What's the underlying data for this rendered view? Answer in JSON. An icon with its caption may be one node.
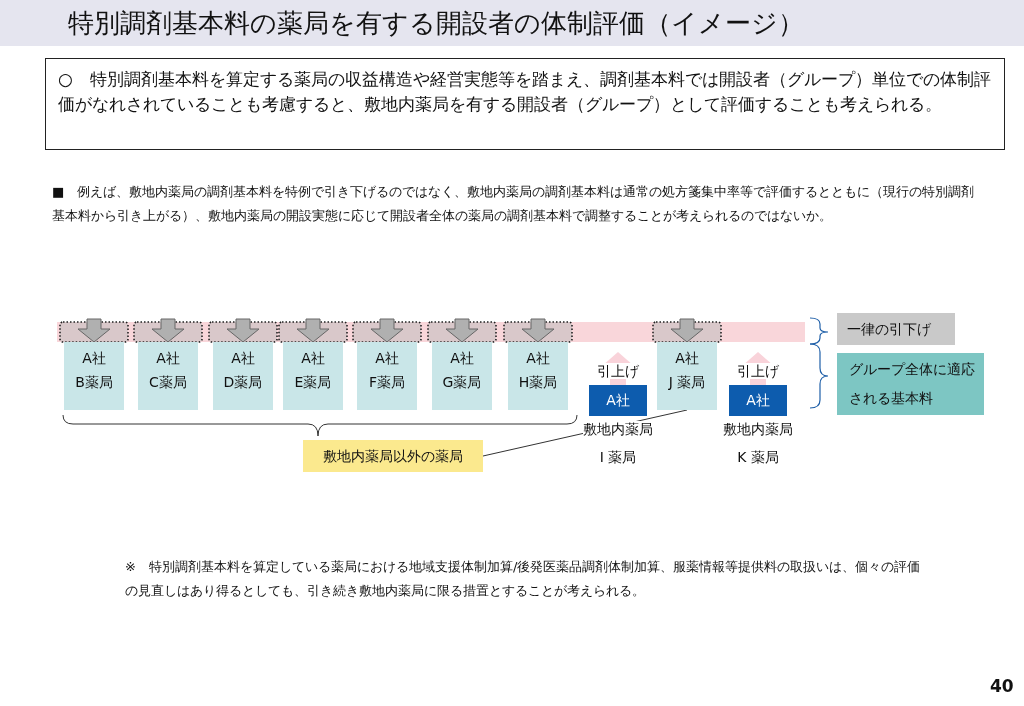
{
  "diagram": {
    "title": "特別調剤基本料の薬局を有する開設者の体制評価（イメージ）",
    "nodes": [
      {
        "text": [
          "○　特別調剤基本料を算定する薬局の収益構造や経営実態等を踏まえ、調剤基本料では開設者（グループ）単位での体制評価がなれされていることも考慮すると、敷地内薬局を有する開設者（グループ）として評価することも考えられる。"
        ]
      },
      {
        "text": [
          "A社",
          "B薬局"
        ]
      },
      {
        "text": [
          "A社",
          "C薬局"
        ]
      },
      {
        "text": [
          "A社",
          "D薬局"
        ]
      },
      {
        "text": [
          "A社",
          "E薬局"
        ]
      },
      {
        "text": [
          "A社",
          "F薬局"
        ]
      },
      {
        "text": [
          "A社",
          "G薬局"
        ]
      },
      {
        "text": [
          "A社",
          "H薬局"
        ]
      },
      {
        "text": [
          "A社"
        ],
        "beside": [
          "引上げ",
          "敷地内薬局",
          "I 薬局"
        ]
      },
      {
        "text": [
          "A社",
          "J 薬局"
        ]
      },
      {
        "text": [
          "A社"
        ],
        "beside": [
          "引上げ",
          "敷地内薬局",
          "K 薬局"
        ]
      },
      {
        "text": [
          "敷地内薬局以外の薬局"
        ]
      },
      {
        "text": [
          "一律の引下げ"
        ]
      },
      {
        "text": [
          "グループ全体に適応される基本料"
        ]
      }
    ],
    "edges": [
      {
        "from": 11,
        "to": 9,
        "arrow": "none"
      }
    ],
    "labels": [
      "■　例えば、敷地内薬局の調剤基本料を特例で引き下げるのではなく、敷地内薬局の調剤基本料は通常の処方箋集中率等で評価するとともに（現行の特別調剤基本料から引き上がる）、敷地内薬局の開設実態に応じて開設者全体の薬局の調剤基本料で調整することが考えられるのではないか。",
      "※　特別調剤基本料を算定している薬局における地域支援体制加算/後発医薬品調剤体制加算、服薬情報等提供料の取扱いは、個々の評価の見直しはあり得るとしても、引き続き敷地内薬局に限る措置とすることが考えられる。",
      "40"
    ]
  }
}
